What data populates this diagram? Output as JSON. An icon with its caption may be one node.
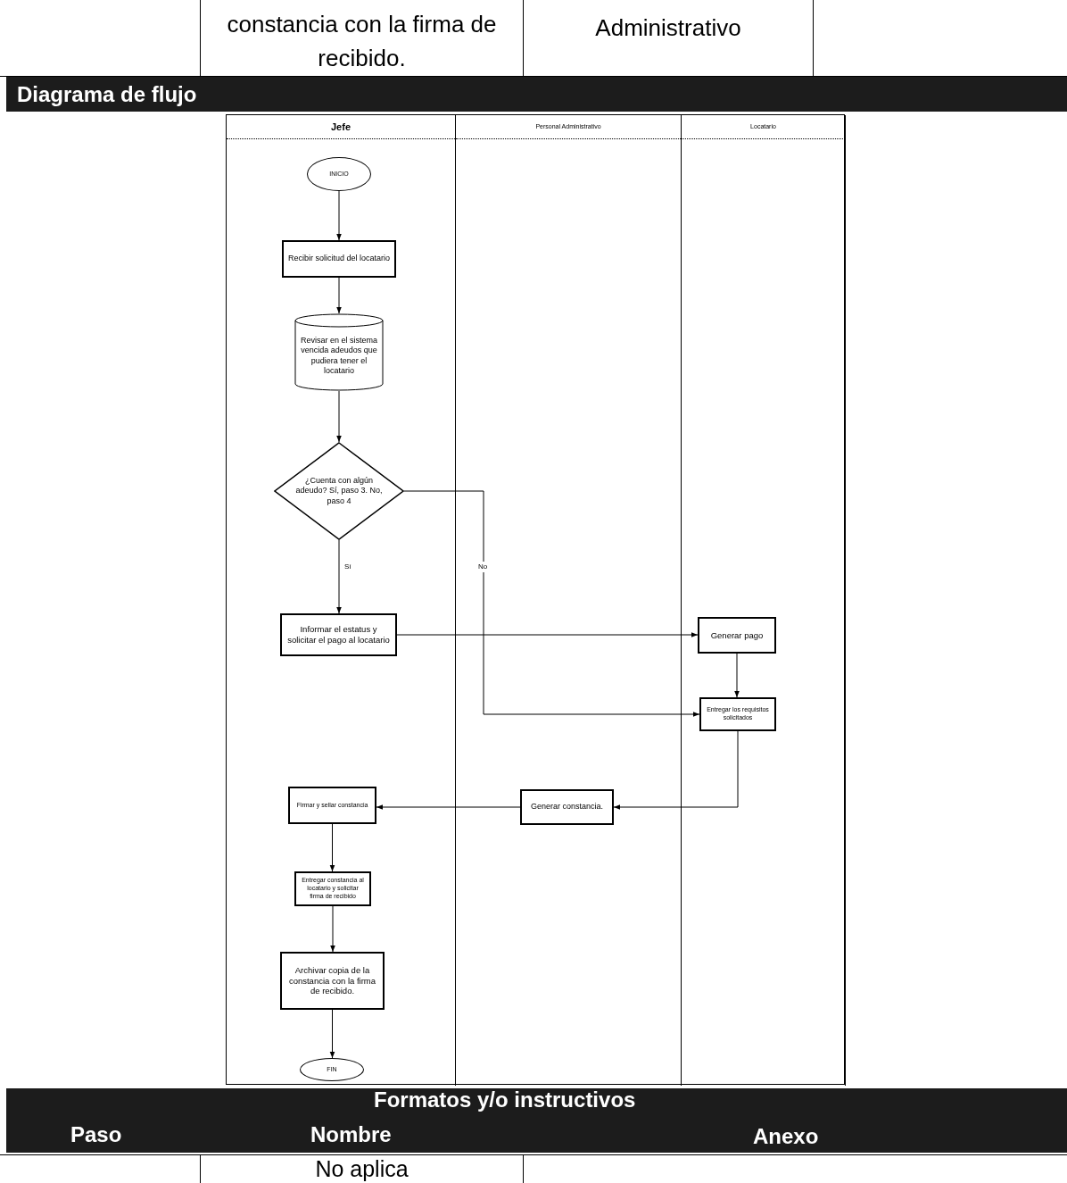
{
  "diagram": {
    "title": "Diagrama de flujo",
    "nodes": [
      {
        "text": [
          "Jefe"
        ]
      },
      {
        "text": [
          "Personal Administrativo"
        ]
      },
      {
        "text": [
          "Locatario"
        ]
      },
      {
        "text": [
          "INICIO"
        ],
        "in": 0
      },
      {
        "text": [
          "Recibir solicitud del locatario"
        ],
        "in": 0
      },
      {
        "text": [
          "Revisar en el sistema vencida adeudos que pudiera tener el locatario"
        ],
        "in": 0
      },
      {
        "text": [
          "¿Cuenta con algún adeudo? Sí, paso 3. No, paso 4"
        ],
        "in": 0
      },
      {
        "text": [
          "Informar el estatus y solicitar el pago al locatario"
        ],
        "in": 0
      },
      {
        "text": [
          "Generar pago"
        ],
        "in": 2
      },
      {
        "text": [
          "Entregar los requisitos solicitados"
        ],
        "in": 2
      },
      {
        "text": [
          "Generar constancia."
        ],
        "in": 1
      },
      {
        "text": [
          "Firmar y sellar constancia"
        ],
        "in": 0
      },
      {
        "text": [
          "Entregar constancia al locatario y solicitar firma de recibido"
        ],
        "in": 0
      },
      {
        "text": [
          "Archivar copia de la constancia con la firma de recibido."
        ],
        "in": 0
      },
      {
        "text": [
          "FIN"
        ],
        "in": 0
      }
    ],
    "edges": [
      {
        "from": 3,
        "to": 4,
        "arrow": "to"
      },
      {
        "from": 4,
        "to": 5,
        "arrow": "to"
      },
      {
        "from": 5,
        "to": 6,
        "arrow": "to"
      },
      {
        "from": 6,
        "to": 7,
        "arrow": "to",
        "label": "Sí"
      },
      {
        "from": 6,
        "to": 9,
        "arrow": "to",
        "label": "No"
      },
      {
        "from": 7,
        "to": 8,
        "arrow": "to"
      },
      {
        "from": 8,
        "to": 9,
        "arrow": "to"
      },
      {
        "from": 9,
        "to": 10,
        "arrow": "to"
      },
      {
        "from": 10,
        "to": 11,
        "arrow": "to"
      },
      {
        "from": 11,
        "to": 12,
        "arrow": "to"
      },
      {
        "from": 12,
        "to": 13,
        "arrow": "to"
      },
      {
        "from": 13,
        "to": 14,
        "arrow": "to"
      }
    ],
    "labels": [
      "constancia con la firma de recibido.",
      "Administrativo",
      "Formatos y/o instructivos",
      "Paso",
      "Nombre",
      "Anexo",
      "No aplica"
    ]
  }
}
